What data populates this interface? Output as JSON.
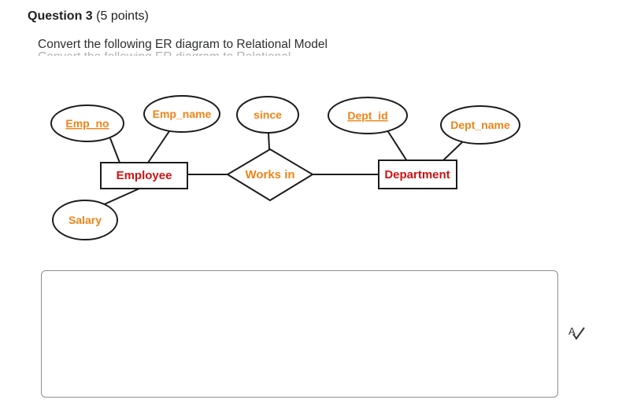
{
  "question": {
    "title": "Question 3",
    "points": "(5 points)",
    "instruction": "Convert the following ER diagram to Relational Model"
  },
  "diagram": {
    "entities": [
      {
        "label": "Employee"
      },
      {
        "label": "Department"
      }
    ],
    "relationship": {
      "label": "Works in"
    },
    "attributes": [
      {
        "label": "Emp_no",
        "owner": "Employee",
        "key": true
      },
      {
        "label": "Emp_name",
        "owner": "Employee",
        "key": false
      },
      {
        "label": "Salary",
        "owner": "Employee",
        "key": false
      },
      {
        "label": "since",
        "owner": "Works in",
        "key": false
      },
      {
        "label": "Dept_id",
        "owner": "Department",
        "key": true
      },
      {
        "label": "Dept_name",
        "owner": "Department",
        "key": false
      }
    ],
    "colors": {
      "entity_text": "#cc1414",
      "attribute_text": "#ee8418",
      "line": "#1c1c1c"
    }
  },
  "answer": {
    "value": ""
  },
  "icons": {
    "accessibility_check": "A-checkmark"
  }
}
